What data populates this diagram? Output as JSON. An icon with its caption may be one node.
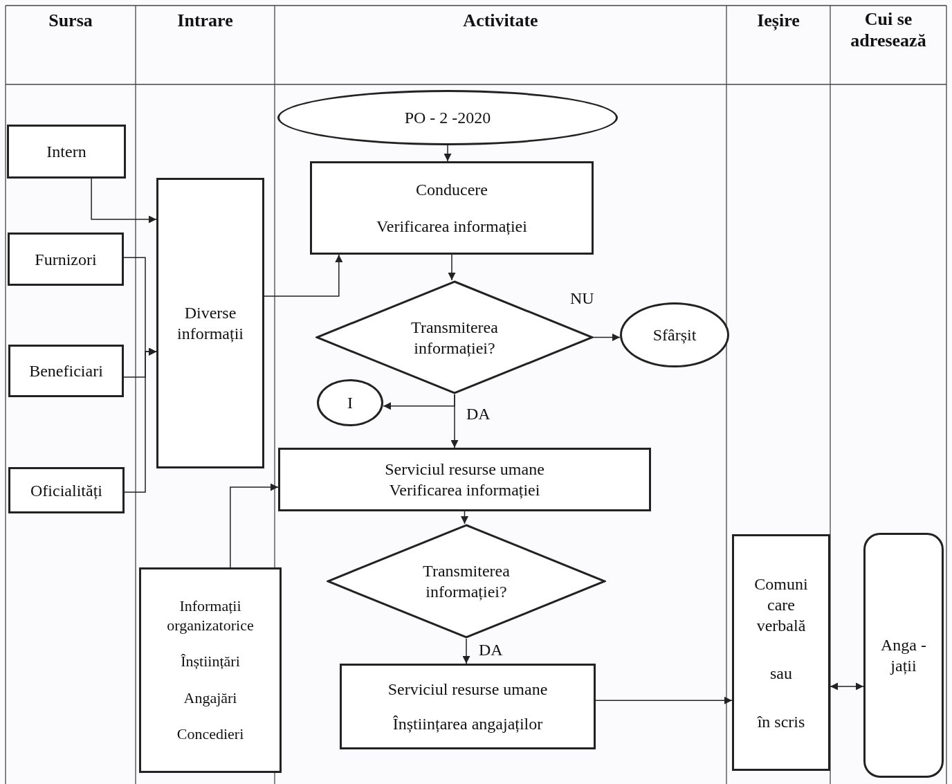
{
  "diagram": {
    "nodes": [
      {
        "text": [
          "Intern"
        ]
      },
      {
        "text": [
          "Furnizori"
        ]
      },
      {
        "text": [
          "Beneficiari"
        ]
      },
      {
        "text": [
          "Oficialități"
        ]
      },
      {
        "text": [
          "Diverse informații"
        ]
      },
      {
        "text": [
          "Informații organizatorice",
          "Înștiințări",
          "Angajări",
          "Concedieri"
        ]
      },
      {
        "text": [
          "PO - 2 -2020"
        ]
      },
      {
        "text": [
          "Conducere",
          "Verificarea informației"
        ]
      },
      {
        "text": [
          "Transmiterea informației?"
        ]
      },
      {
        "text": [
          "Sfârșit"
        ]
      },
      {
        "text": [
          "I"
        ]
      },
      {
        "text": [
          "Serviciul resurse umane",
          "Verificarea informației"
        ]
      },
      {
        "text": [
          "Transmiterea informației?"
        ]
      },
      {
        "text": [
          "Serviciul resurse umane",
          "Înștiințarea angajaților"
        ]
      },
      {
        "text": [
          "Comuni care verbală",
          "sau",
          "în scris"
        ]
      },
      {
        "text": [
          "Anga -jații"
        ]
      }
    ],
    "edges": [
      {
        "from": 0,
        "to": 4,
        "arrow": "to"
      },
      {
        "from": 1,
        "to": 4,
        "arrow": "to"
      },
      {
        "from": 2,
        "to": 4,
        "arrow": "to"
      },
      {
        "from": 3,
        "to": 4,
        "arrow": "to"
      },
      {
        "from": 4,
        "to": 7,
        "arrow": "to"
      },
      {
        "from": 6,
        "to": 7,
        "arrow": "to"
      },
      {
        "from": 7,
        "to": 8,
        "arrow": "to"
      },
      {
        "from": 8,
        "to": 9,
        "arrow": "to",
        "label": "NU"
      },
      {
        "from": 8,
        "to": 10,
        "arrow": "to"
      },
      {
        "from": 8,
        "to": 11,
        "arrow": "to",
        "label": "DA"
      },
      {
        "from": 5,
        "to": 11,
        "arrow": "to"
      },
      {
        "from": 11,
        "to": 12,
        "arrow": "to"
      },
      {
        "from": 12,
        "to": 13,
        "arrow": "to",
        "label": "DA"
      },
      {
        "from": 13,
        "to": 14,
        "arrow": "to"
      },
      {
        "from": 14,
        "to": 15,
        "arrow": "both"
      }
    ],
    "labels": [
      "Sursa",
      "Intrare",
      "Activitate",
      "Ieșire",
      "Cui se adresează"
    ]
  }
}
